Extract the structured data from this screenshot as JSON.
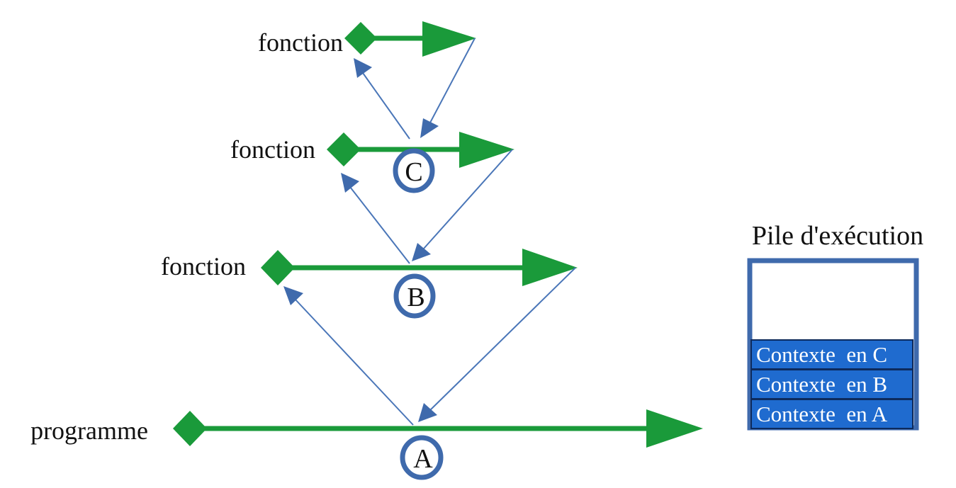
{
  "labels": {
    "level_3": "fonction",
    "level_2": "fonction",
    "level_1": "fonction",
    "level_0": "programme"
  },
  "call_points": {
    "a": "A",
    "b": "B",
    "c": "C"
  },
  "stack": {
    "title": "Pile d'exécution",
    "frames": [
      "Contexte  en C",
      "Contexte  en B",
      "Contexte  en A"
    ]
  },
  "colors": {
    "timeline_green": "#1a9a3a",
    "call_blue": "#4a76b8",
    "stack_border": "#3f6aac",
    "frame_fill": "#1f6bcf",
    "frame_border": "#0d2a5c"
  }
}
